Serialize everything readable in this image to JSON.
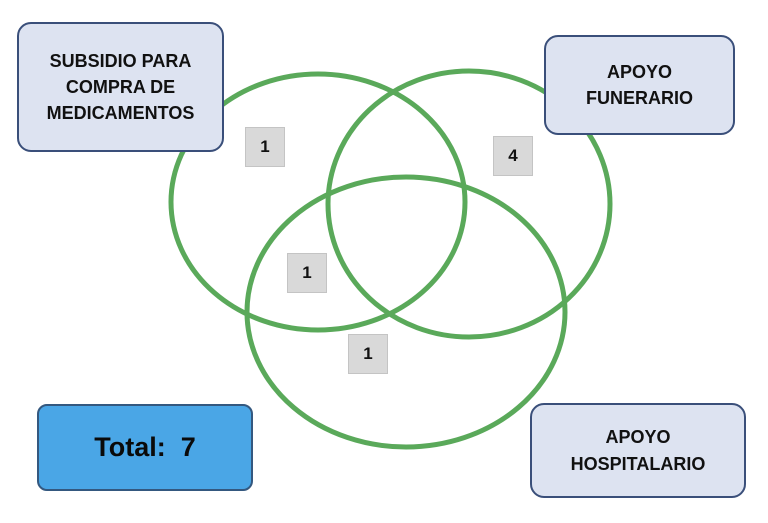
{
  "sets": {
    "medicamentos": {
      "lines": [
        "SUBSIDIO PARA",
        "COMPRA DE",
        "MEDICAMENTOS"
      ]
    },
    "funerario": {
      "lines": [
        "APOYO",
        "FUNERARIO"
      ]
    },
    "hospitalario": {
      "lines": [
        "APOYO",
        "HOSPITALARIO"
      ]
    }
  },
  "counts": {
    "medicamentos_only": "1",
    "funerario_only": "4",
    "medicamentos_hospitalario": "1",
    "hospitalario_only": "1"
  },
  "total": {
    "text": "Total:  7"
  },
  "colors": {
    "circle_stroke": "#5aa95a",
    "label_box_fill": "#dde3f1",
    "label_box_border": "#3a4f7a",
    "count_fill": "#d9d9d9",
    "total_fill": "#4aa6e6"
  }
}
